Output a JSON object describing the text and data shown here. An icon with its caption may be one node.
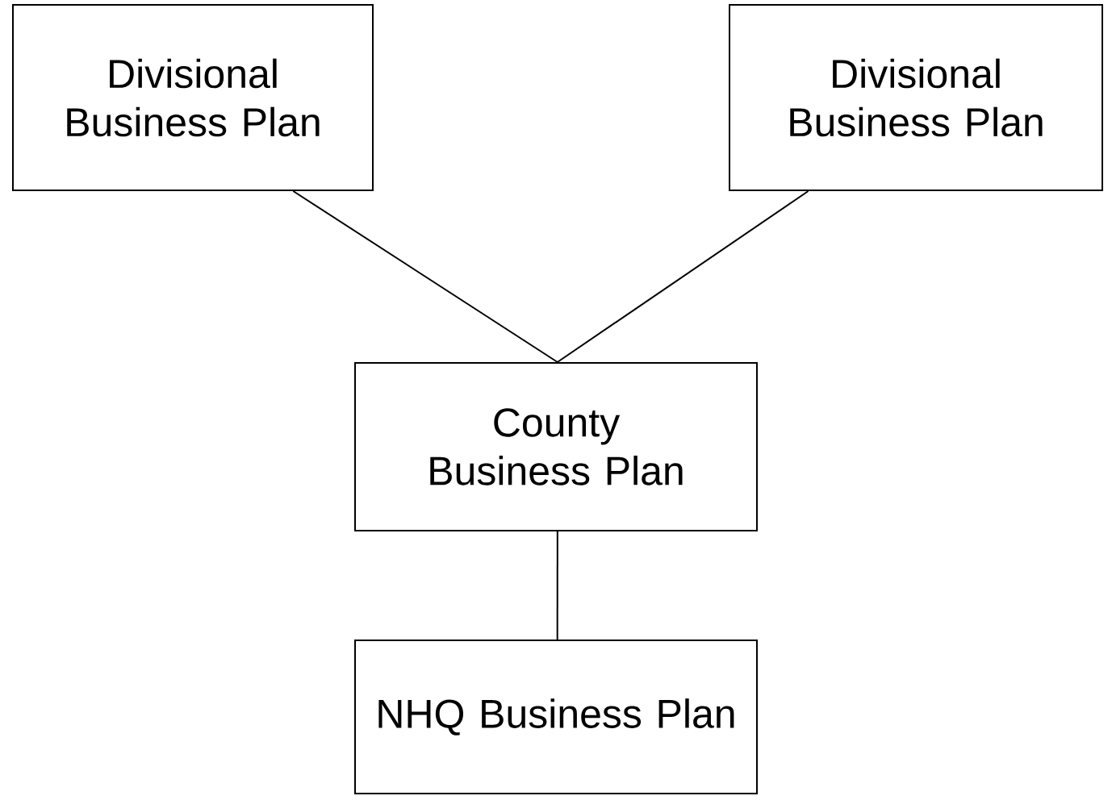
{
  "diagram": {
    "nodes": [
      {
        "text": [
          "Divisional Business Plan"
        ]
      },
      {
        "text": [
          "Divisional Business Plan"
        ]
      },
      {
        "text": [
          "County Business Plan"
        ]
      },
      {
        "text": [
          "NHQ Business Plan"
        ]
      }
    ],
    "edges": [
      {
        "from": 0,
        "to": 2,
        "arrow": "none"
      },
      {
        "from": 1,
        "to": 2,
        "arrow": "none"
      },
      {
        "from": 2,
        "to": 3,
        "arrow": "none"
      }
    ]
  }
}
